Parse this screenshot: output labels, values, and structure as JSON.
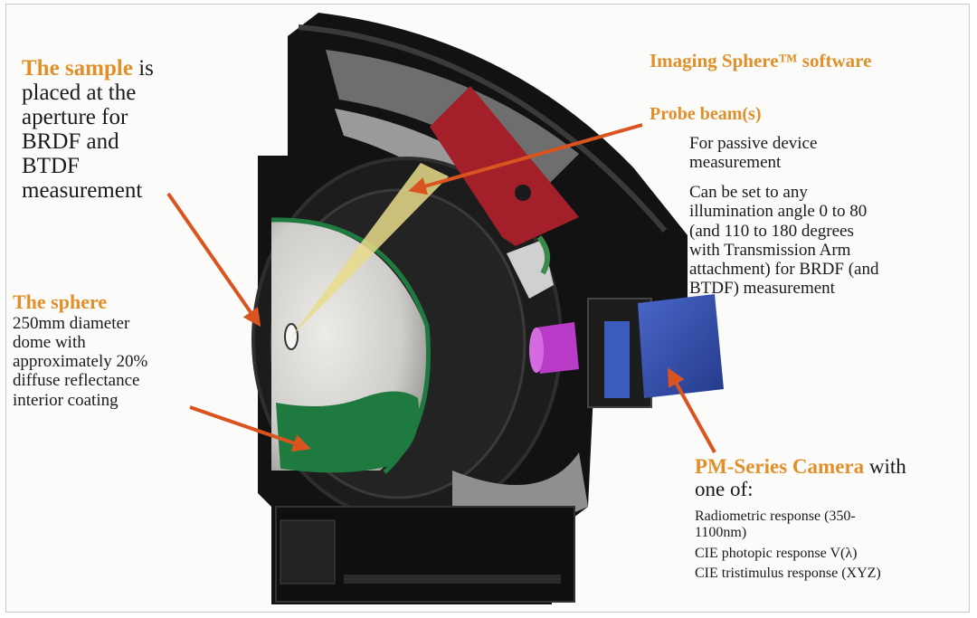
{
  "colors": {
    "accent": "#e0902a",
    "arrow": "#d9541e",
    "body": "#111111",
    "sphere_interior": "#d8d6d2",
    "coating": "#1e7a3f",
    "arm": "#a3202b",
    "camera": "#2f4aa8",
    "adapter": "#b93cc9",
    "beam": "#e9dc8a"
  },
  "sample": {
    "title": "The sample",
    "lines": [
      "is",
      "placed at the",
      "aperture for",
      "BRDF and",
      "BTDF",
      "measurement"
    ]
  },
  "sphere": {
    "title": "The sphere",
    "lines": [
      "250mm diameter",
      "dome with",
      "approximately 20%",
      "diffuse reflectance",
      "interior coating"
    ]
  },
  "software": {
    "title": "Imaging Sphere™ software"
  },
  "probe": {
    "title": "Probe beam(s)",
    "lines_a": [
      "For passive device",
      "measurement"
    ],
    "lines_b": [
      "Can be set to any",
      "illumination angle 0 to 80",
      "(and 110 to 180 degrees",
      "with Transmission Arm",
      "attachment) for BRDF (and",
      "BTDF) measurement"
    ]
  },
  "camera": {
    "title": "PM-Series Camera",
    "title_suffix": "with",
    "line2": "one of:",
    "options": [
      "Radiometric response (350-",
      "1100nm)",
      "CIE photopic response V(λ)",
      "CIE tristimulus response (XYZ)"
    ]
  }
}
